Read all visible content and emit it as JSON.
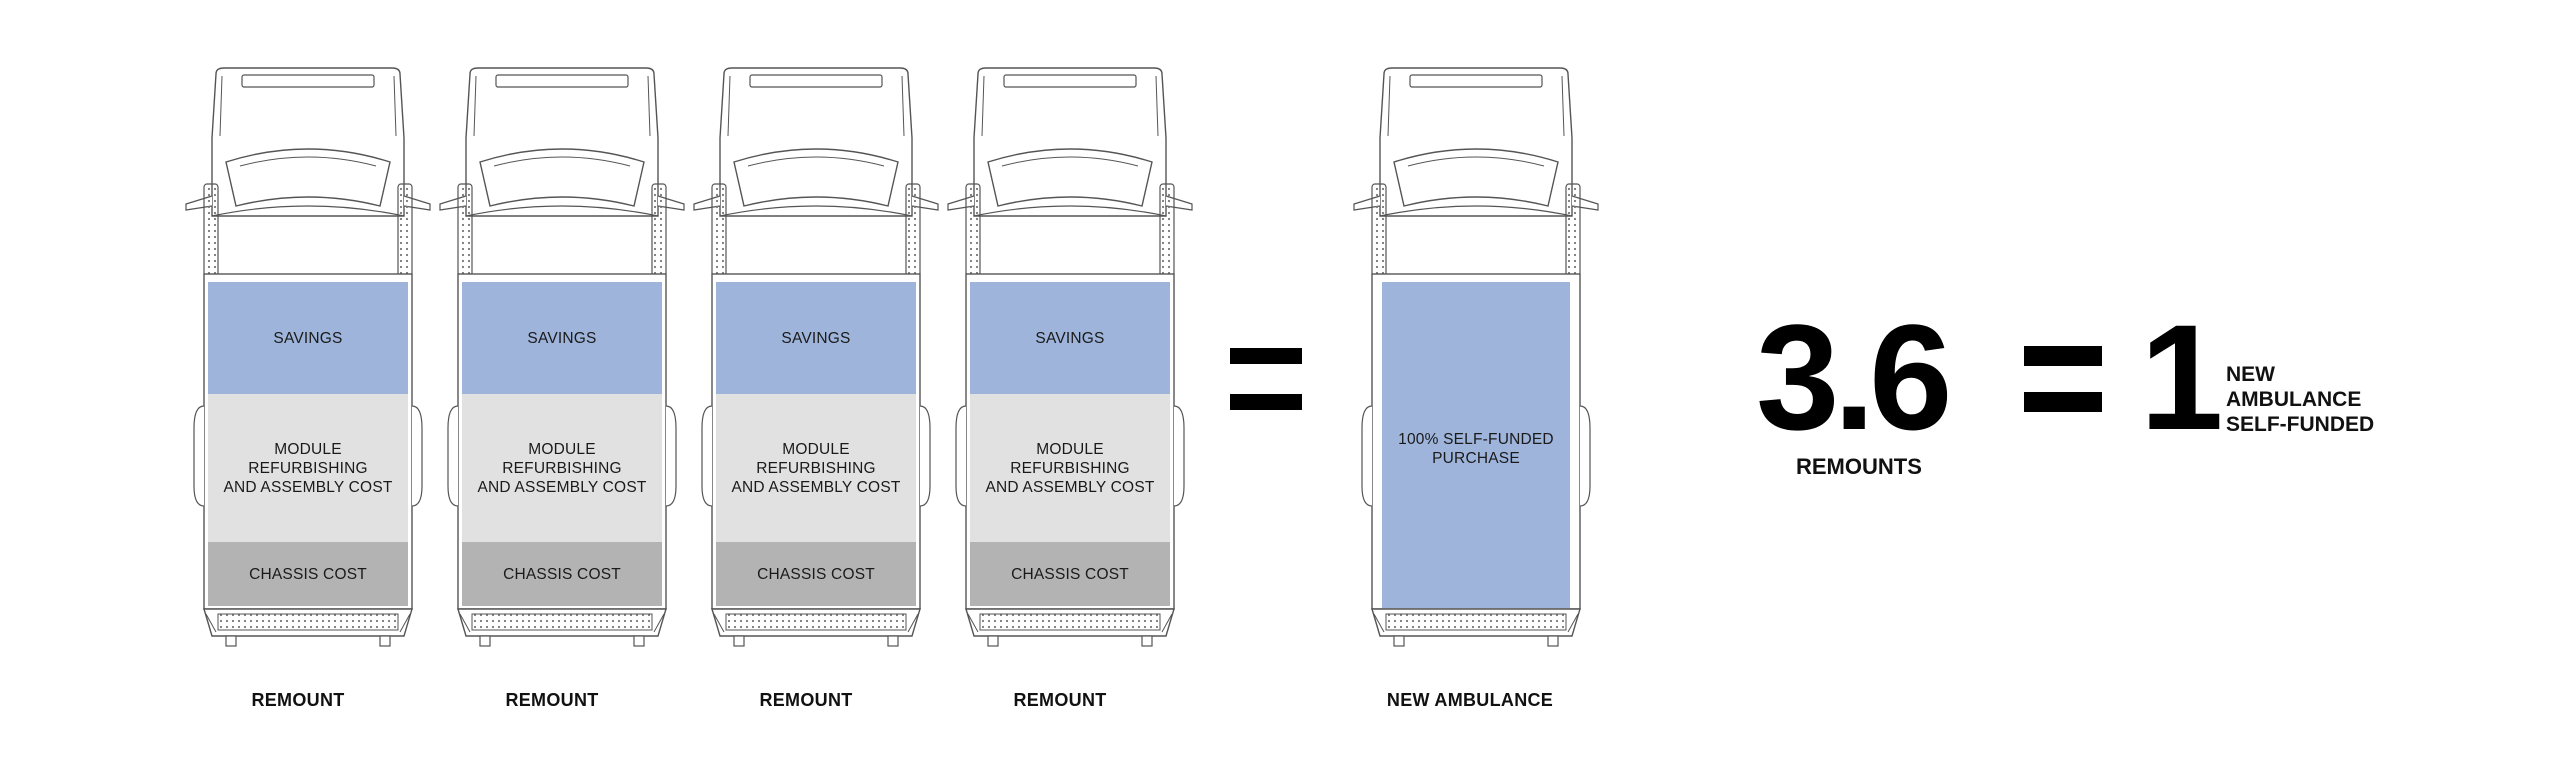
{
  "remount_bands": {
    "savings": "SAVINGS",
    "module": "MODULE\nREFURBISHING\nAND ASSEMBLY COST",
    "chassis": "CHASSIS COST"
  },
  "remounts": [
    {
      "label": "REMOUNT"
    },
    {
      "label": "REMOUNT"
    },
    {
      "label": "REMOUNT"
    },
    {
      "label": "REMOUNT"
    }
  ],
  "new_ambulance": {
    "band": "100% SELF-FUNDED\nPURCHASE",
    "label": "NEW AMBULANCE"
  },
  "summary": {
    "number": "3.6",
    "number_caption": "REMOUNTS",
    "one": "1",
    "result_line1": "NEW",
    "result_line2": "AMBULANCE",
    "result_line3": "SELF-FUNDED"
  },
  "colors": {
    "savings": "#9eb4da",
    "module": "#e1e1e1",
    "chassis": "#b3b3b3",
    "outline": "#555555"
  }
}
